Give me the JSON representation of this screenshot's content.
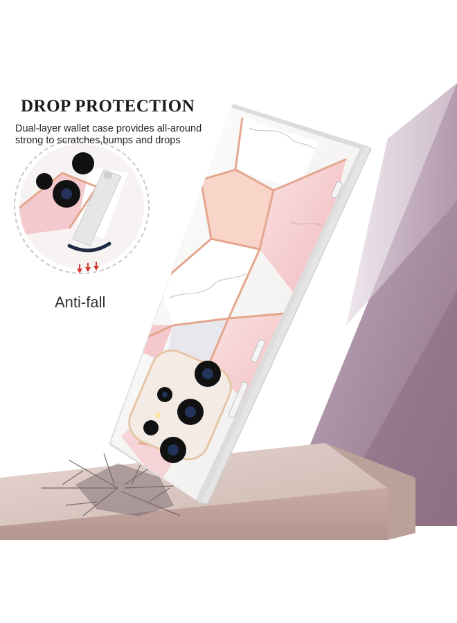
{
  "headline": "DROP PROTECTION",
  "description_line1": "Dual-layer wallet case provides all-around",
  "description_line2": "strong to scratches,bumps and drops",
  "callout_label": "Anti-fall",
  "colors": {
    "background_purple": "#a98fa4",
    "pedestal_top": "#d8c3bd",
    "marble_pink": "#f3c9cc",
    "rose_gold_lines": "#e8a890"
  },
  "icons": [
    "zoom-callout-circle",
    "impact-arrow-icons",
    "camera-lens-icons"
  ]
}
